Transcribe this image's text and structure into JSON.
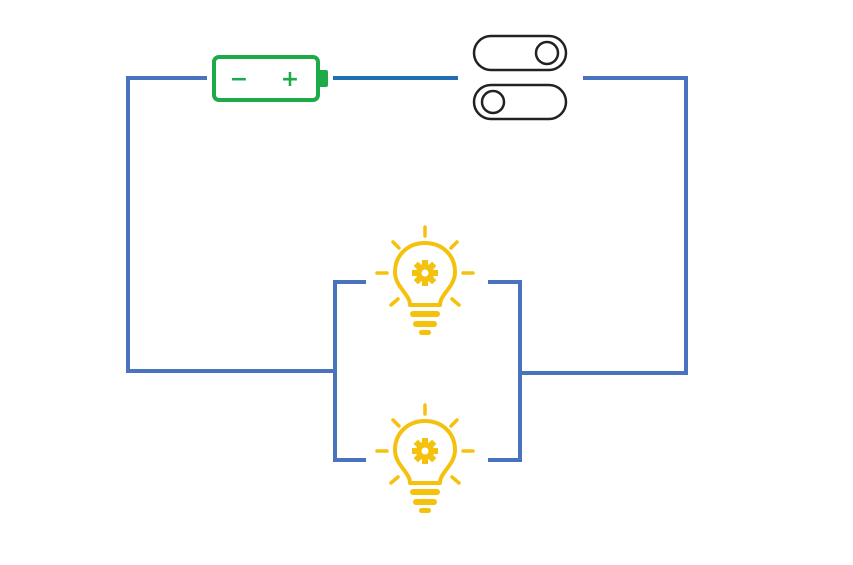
{
  "diagram": {
    "type": "circuit",
    "configuration": "parallel",
    "colors": {
      "wire": "#4a73be",
      "wire_battery_lead": "#1f6fb2",
      "battery": "#1faa4a",
      "switch": "#222222",
      "bulb": "#f4c20d",
      "background": "#ffffff"
    },
    "components": {
      "battery": {
        "icon": "battery-icon",
        "negative_symbol": "−",
        "positive_symbol": "+"
      },
      "switch": {
        "icon": "toggle-switch-icon"
      },
      "bulbs": [
        {
          "icon": "light-bulb-icon",
          "state": "on"
        },
        {
          "icon": "light-bulb-icon",
          "state": "on"
        }
      ]
    }
  }
}
